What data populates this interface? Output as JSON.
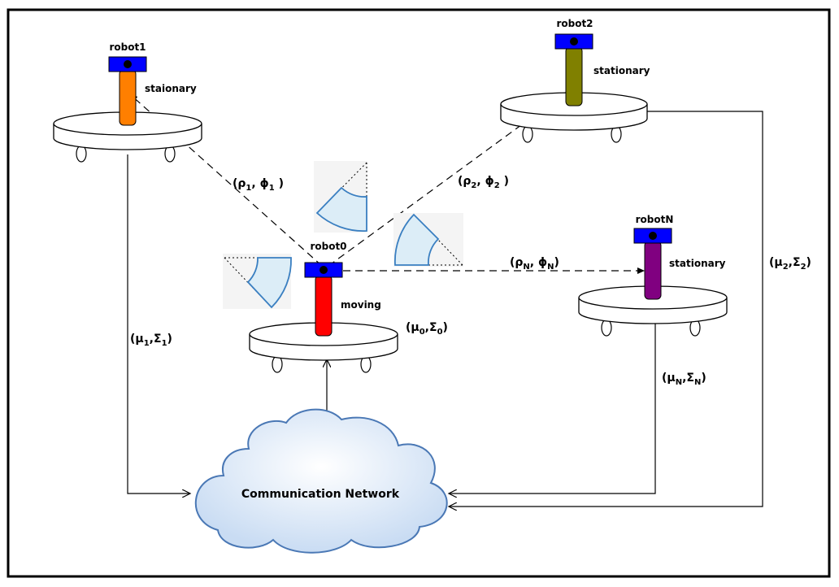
{
  "robots": {
    "robot0": {
      "name": "robot0",
      "state": "moving",
      "body_color": "#ff0000"
    },
    "robot1": {
      "name": "robot1",
      "state": "staionary",
      "body_color": "#ff7f00"
    },
    "robot2": {
      "name": "robot2",
      "state": "stationary",
      "body_color": "#808000"
    },
    "robotN": {
      "name": "robotN",
      "state": "stationary",
      "body_color": "#800080"
    }
  },
  "head_color": "#0000ff",
  "measurements": {
    "m1": {
      "base": "(ρ",
      "sub1": "1",
      "mid": ", ϕ",
      "sub2": "1",
      "close": " )"
    },
    "m2": {
      "base": "(ρ",
      "sub1": "2",
      "mid": ", ϕ",
      "sub2": "2",
      "close": " )"
    },
    "mN": {
      "base": "(ρ",
      "sub1": "N",
      "mid": ", ϕ",
      "sub2": "N",
      "close": ")"
    }
  },
  "estimates": {
    "e0": {
      "a": "(μ",
      "sa": "0",
      "b": ",Σ",
      "sb": "0",
      "c": ")"
    },
    "e1": {
      "a": "(μ",
      "sa": "1",
      "b": ",Σ",
      "sb": "1",
      "c": ")"
    },
    "e2": {
      "a": "(μ",
      "sa": "2",
      "b": ",Σ",
      "sb": "2",
      "c": ")"
    },
    "eN": {
      "a": "(μ",
      "sa": "N",
      "b": ",Σ",
      "sb": "N",
      "c": ")"
    }
  },
  "network": {
    "label": "Communication Network",
    "fill": "#dbe7f7",
    "stroke": "#4a78b5"
  },
  "sensor_fov": {
    "fill": "#dcedf7",
    "stroke": "#3a7fc1"
  }
}
